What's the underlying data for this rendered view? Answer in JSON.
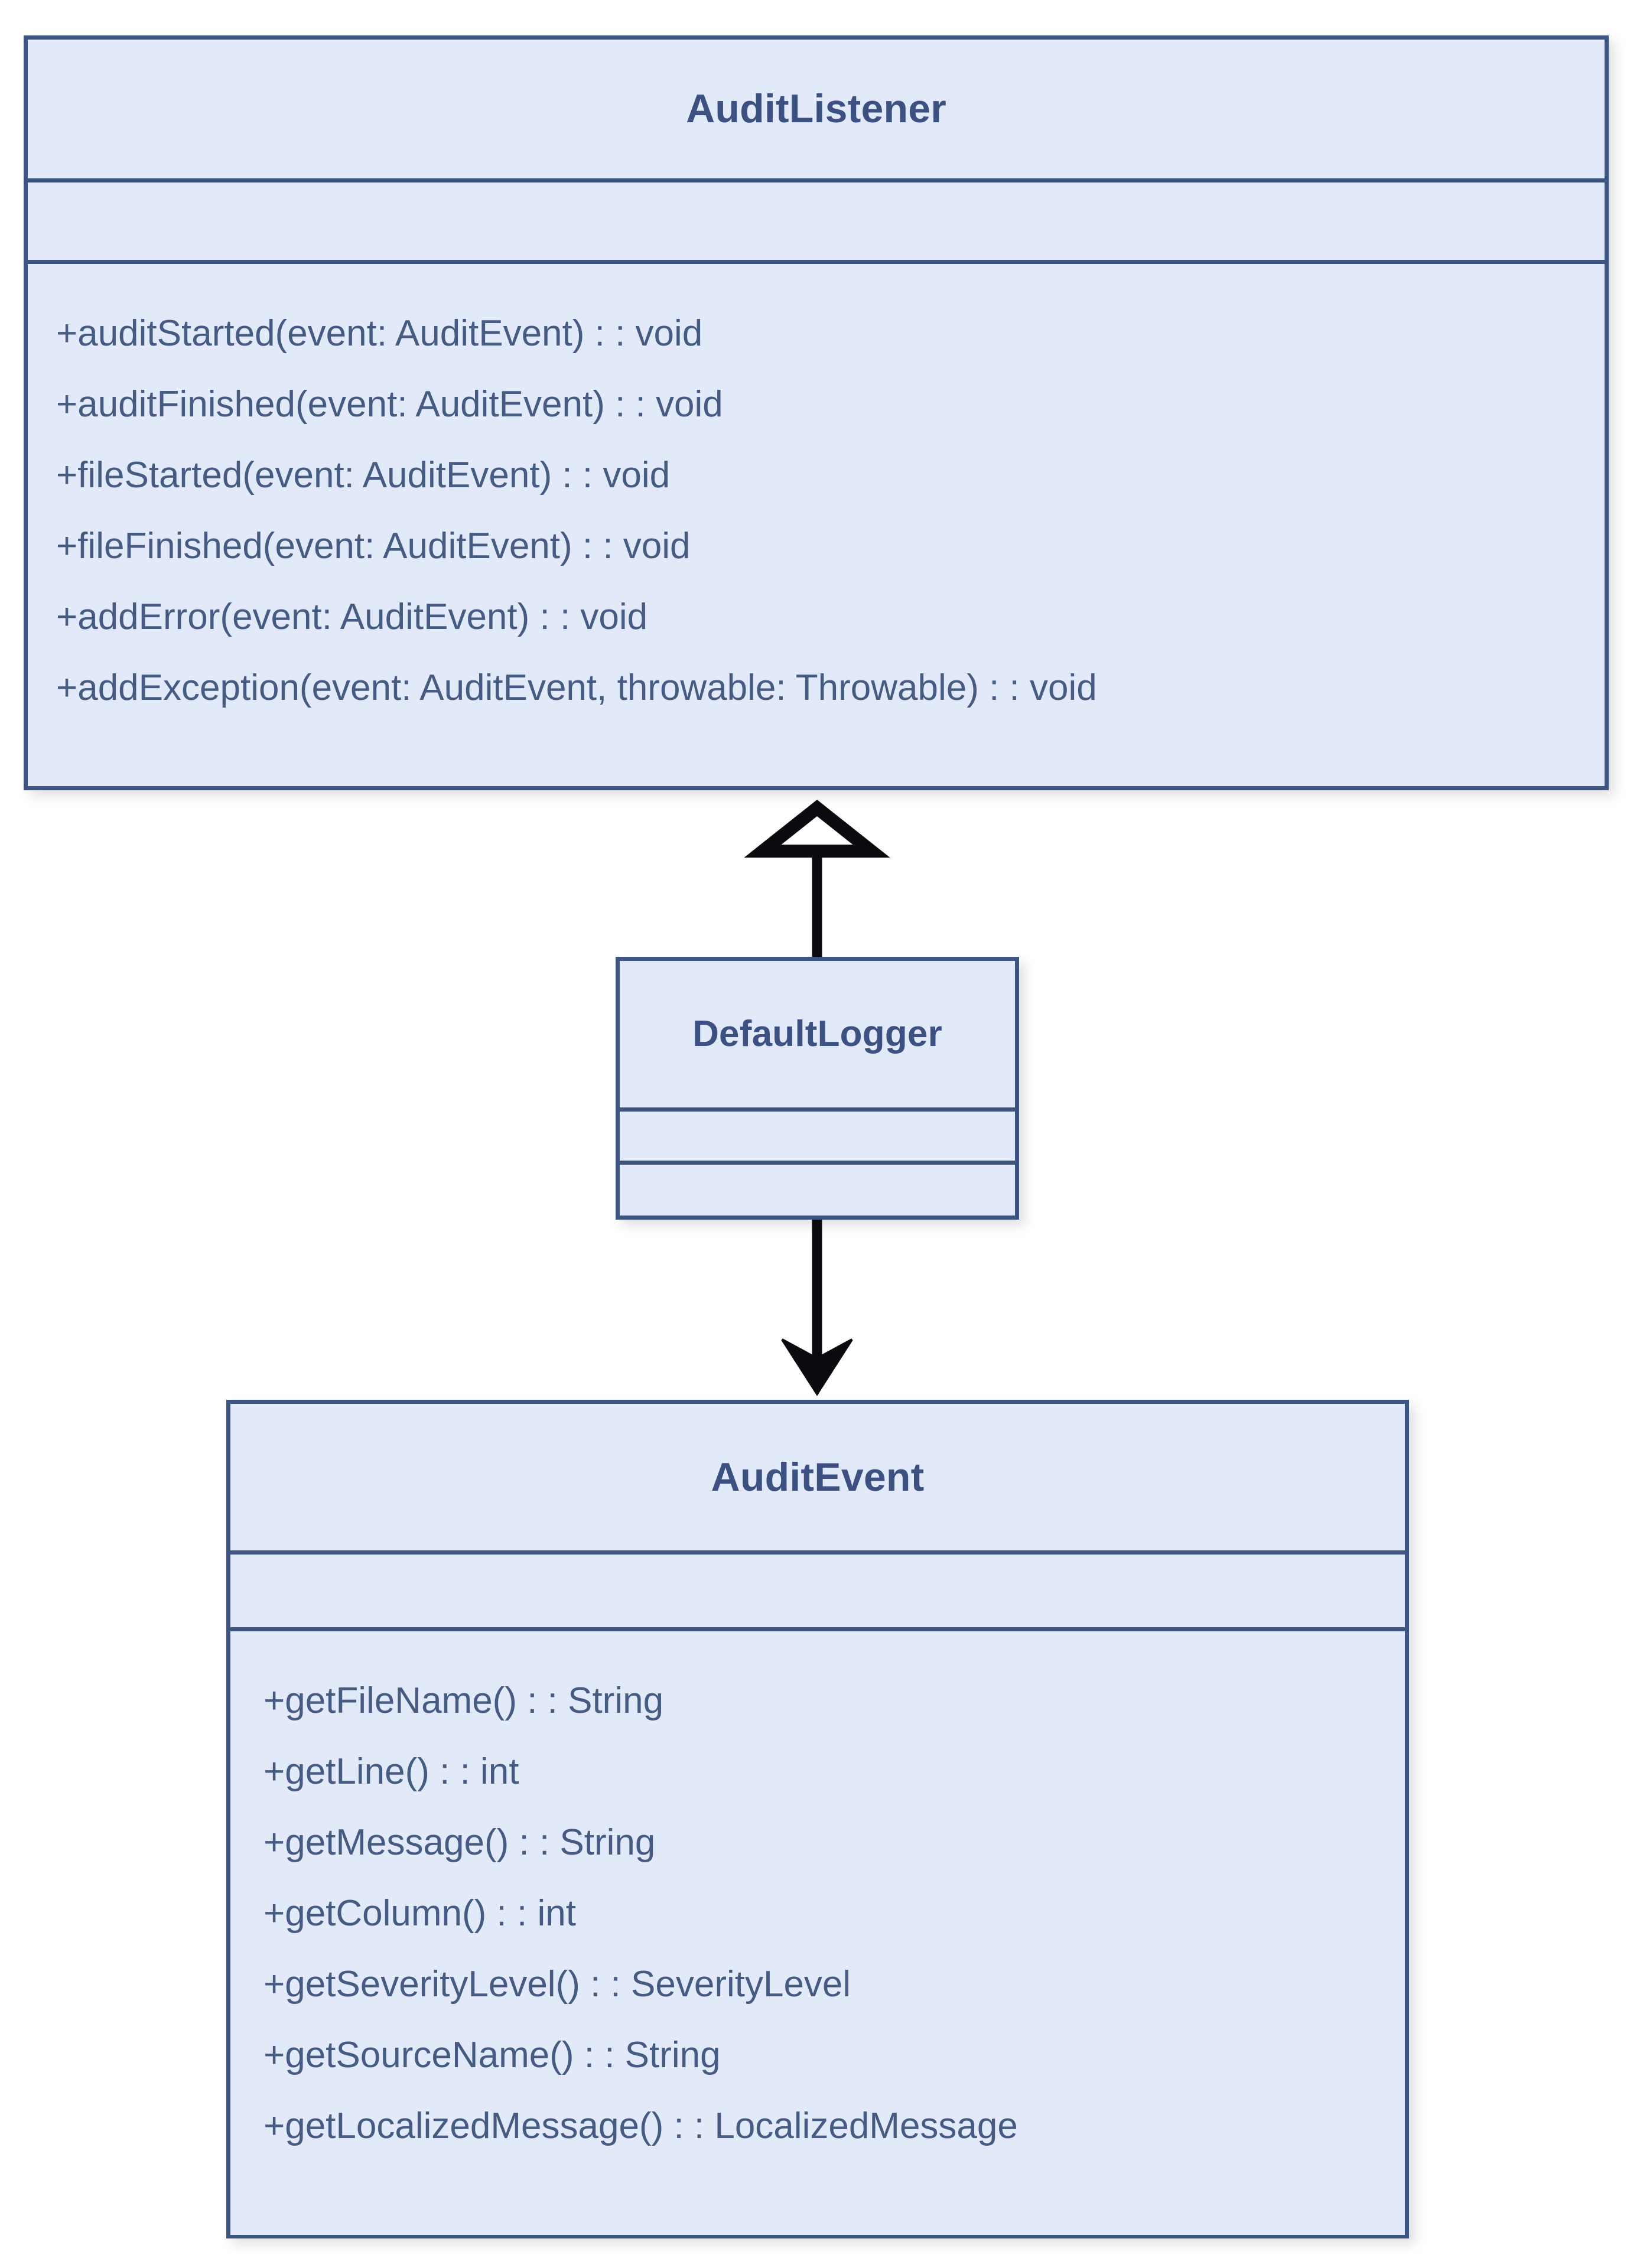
{
  "diagram": {
    "type": "uml-class-diagram",
    "background_color": "#ffffff",
    "box_fill_color": "#e2e9f8",
    "box_border_color": "#3d5580",
    "title_text_color": "#3c5181",
    "member_text_color": "#465b82",
    "connector_color": "#000000"
  },
  "classes": {
    "audit_listener": {
      "name": "AuditListener",
      "attributes": [],
      "methods": [
        "+auditStarted(event: AuditEvent) : : void",
        "+auditFinished(event: AuditEvent) : : void",
        "+fileStarted(event: AuditEvent) : : void",
        "+fileFinished(event: AuditEvent) : : void",
        "+addError(event: AuditEvent) : : void",
        "+addException(event: AuditEvent, throwable: Throwable) : : void"
      ]
    },
    "default_logger": {
      "name": "DefaultLogger",
      "attributes": [],
      "methods": []
    },
    "audit_event": {
      "name": "AuditEvent",
      "attributes": [],
      "methods": [
        "+getFileName() : : String",
        "+getLine() : : int",
        "+getMessage() : : String",
        "+getColumn() : : int",
        "+getSeverityLevel() : : SeverityLevel",
        "+getSourceName() : : String",
        "+getLocalizedMessage() : : LocalizedMessage"
      ]
    }
  },
  "relationships": [
    {
      "id": "generalization",
      "kind": "generalization",
      "arrowhead": "hollow-triangle",
      "from": "DefaultLogger",
      "to": "AuditListener"
    },
    {
      "id": "dependency",
      "kind": "association",
      "arrowhead": "open-arrow",
      "from": "DefaultLogger",
      "to": "AuditEvent"
    }
  ]
}
